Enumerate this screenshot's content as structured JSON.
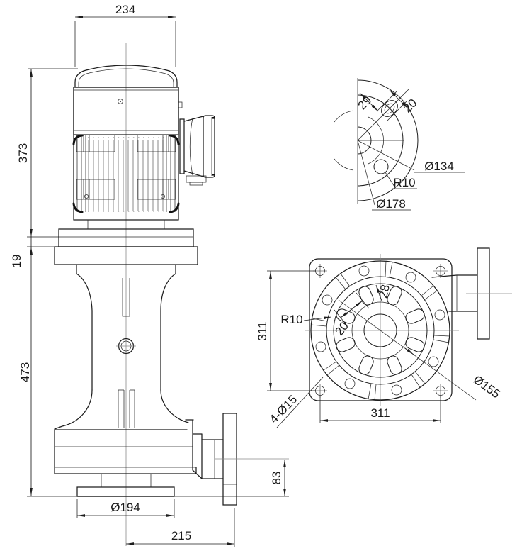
{
  "title": "Vertical pump technical drawing",
  "colors": {
    "line": "#1d1d1d",
    "centerline": "#8a8a8a",
    "background": "#ffffff"
  },
  "front_view": {
    "dim_width_top": "234",
    "dim_motor_height": "373",
    "dim_adapter_thickness": "19",
    "dim_pump_height": "473",
    "dim_base_diameter": "Ø194",
    "dim_outlet_projection": "215",
    "dim_outlet_height": "83"
  },
  "detail_view": {
    "dim_slot_position": "29",
    "dim_slot_width": "20",
    "dim_bolt_circle": "Ø134",
    "dim_slot_radius": "R10",
    "dim_outer_diameter": "Ø178"
  },
  "top_view": {
    "dim_corner_radius": "R10",
    "dim_slot_width": "20",
    "dim_slot_length": "28",
    "dim_bolt_span_vertical": "311",
    "dim_bolt_span_horizontal": "311",
    "dim_slot_circle_diameter": "Ø155",
    "dim_corner_holes": "4-Ø15"
  }
}
